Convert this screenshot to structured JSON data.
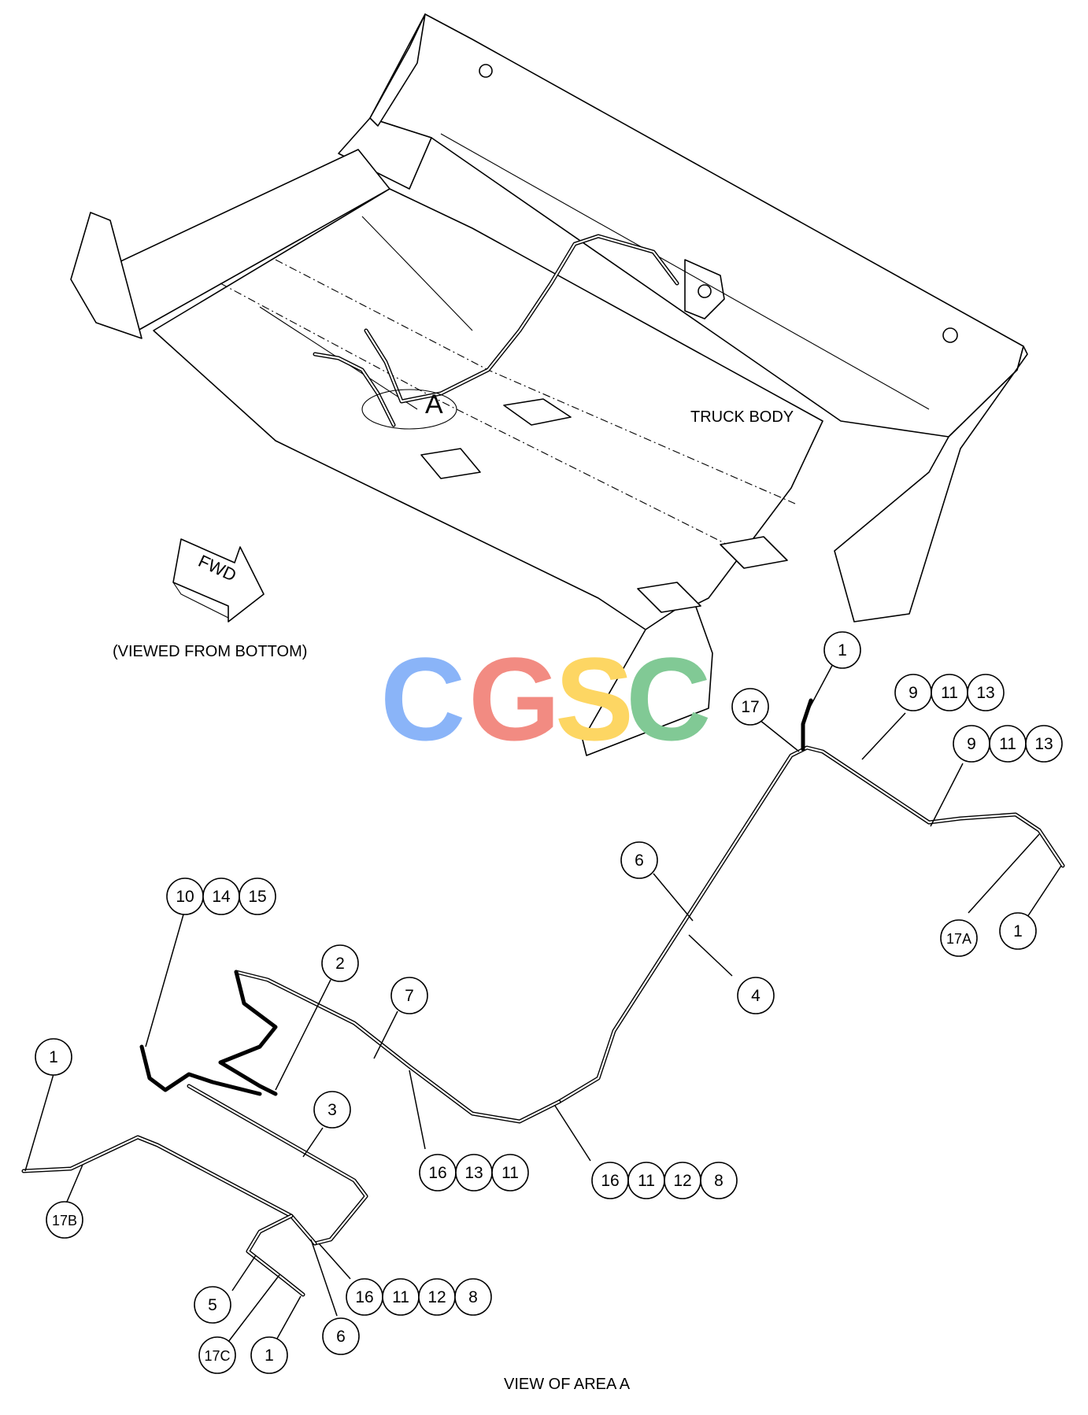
{
  "labels": {
    "truck_body": "TRUCK BODY",
    "fwd": "FWD",
    "viewed_from_bottom": "(VIEWED FROM BOTTOM)",
    "area_marker": "A",
    "view_of_area": "VIEW OF AREA A"
  },
  "watermark": {
    "letters": [
      {
        "char": "C",
        "color": "#8ab4f8"
      },
      {
        "char": "G",
        "color": "#f28b82"
      },
      {
        "char": "S",
        "color": "#fdd663"
      },
      {
        "char": "C",
        "color": "#81c995"
      }
    ]
  },
  "callouts": [
    {
      "group": "c1-top",
      "items": [
        "1"
      ]
    },
    {
      "group": "c17",
      "items": [
        "17"
      ]
    },
    {
      "group": "c9-a",
      "items": [
        "9",
        "11",
        "13"
      ]
    },
    {
      "group": "c9-b",
      "items": [
        "9",
        "11",
        "13"
      ]
    },
    {
      "group": "c6-right",
      "items": [
        "6"
      ]
    },
    {
      "group": "c4",
      "items": [
        "4"
      ]
    },
    {
      "group": "c17a",
      "items": [
        "17A"
      ]
    },
    {
      "group": "c1-right",
      "items": [
        "1"
      ]
    },
    {
      "group": "c10",
      "items": [
        "10",
        "14",
        "15"
      ]
    },
    {
      "group": "c2",
      "items": [
        "2"
      ]
    },
    {
      "group": "c7",
      "items": [
        "7"
      ]
    },
    {
      "group": "c1-left",
      "items": [
        "1"
      ]
    },
    {
      "group": "c3",
      "items": [
        "3"
      ]
    },
    {
      "group": "c16-mid",
      "items": [
        "16",
        "13",
        "11"
      ]
    },
    {
      "group": "c16-right",
      "items": [
        "16",
        "11",
        "12",
        "8"
      ]
    },
    {
      "group": "c17b",
      "items": [
        "17B"
      ]
    },
    {
      "group": "c16-left",
      "items": [
        "16",
        "11",
        "12",
        "8"
      ]
    },
    {
      "group": "c5",
      "items": [
        "5"
      ]
    },
    {
      "group": "c6-left",
      "items": [
        "6"
      ]
    },
    {
      "group": "c17c",
      "items": [
        "17C"
      ]
    },
    {
      "group": "c1-bottom",
      "items": [
        "1"
      ]
    }
  ]
}
